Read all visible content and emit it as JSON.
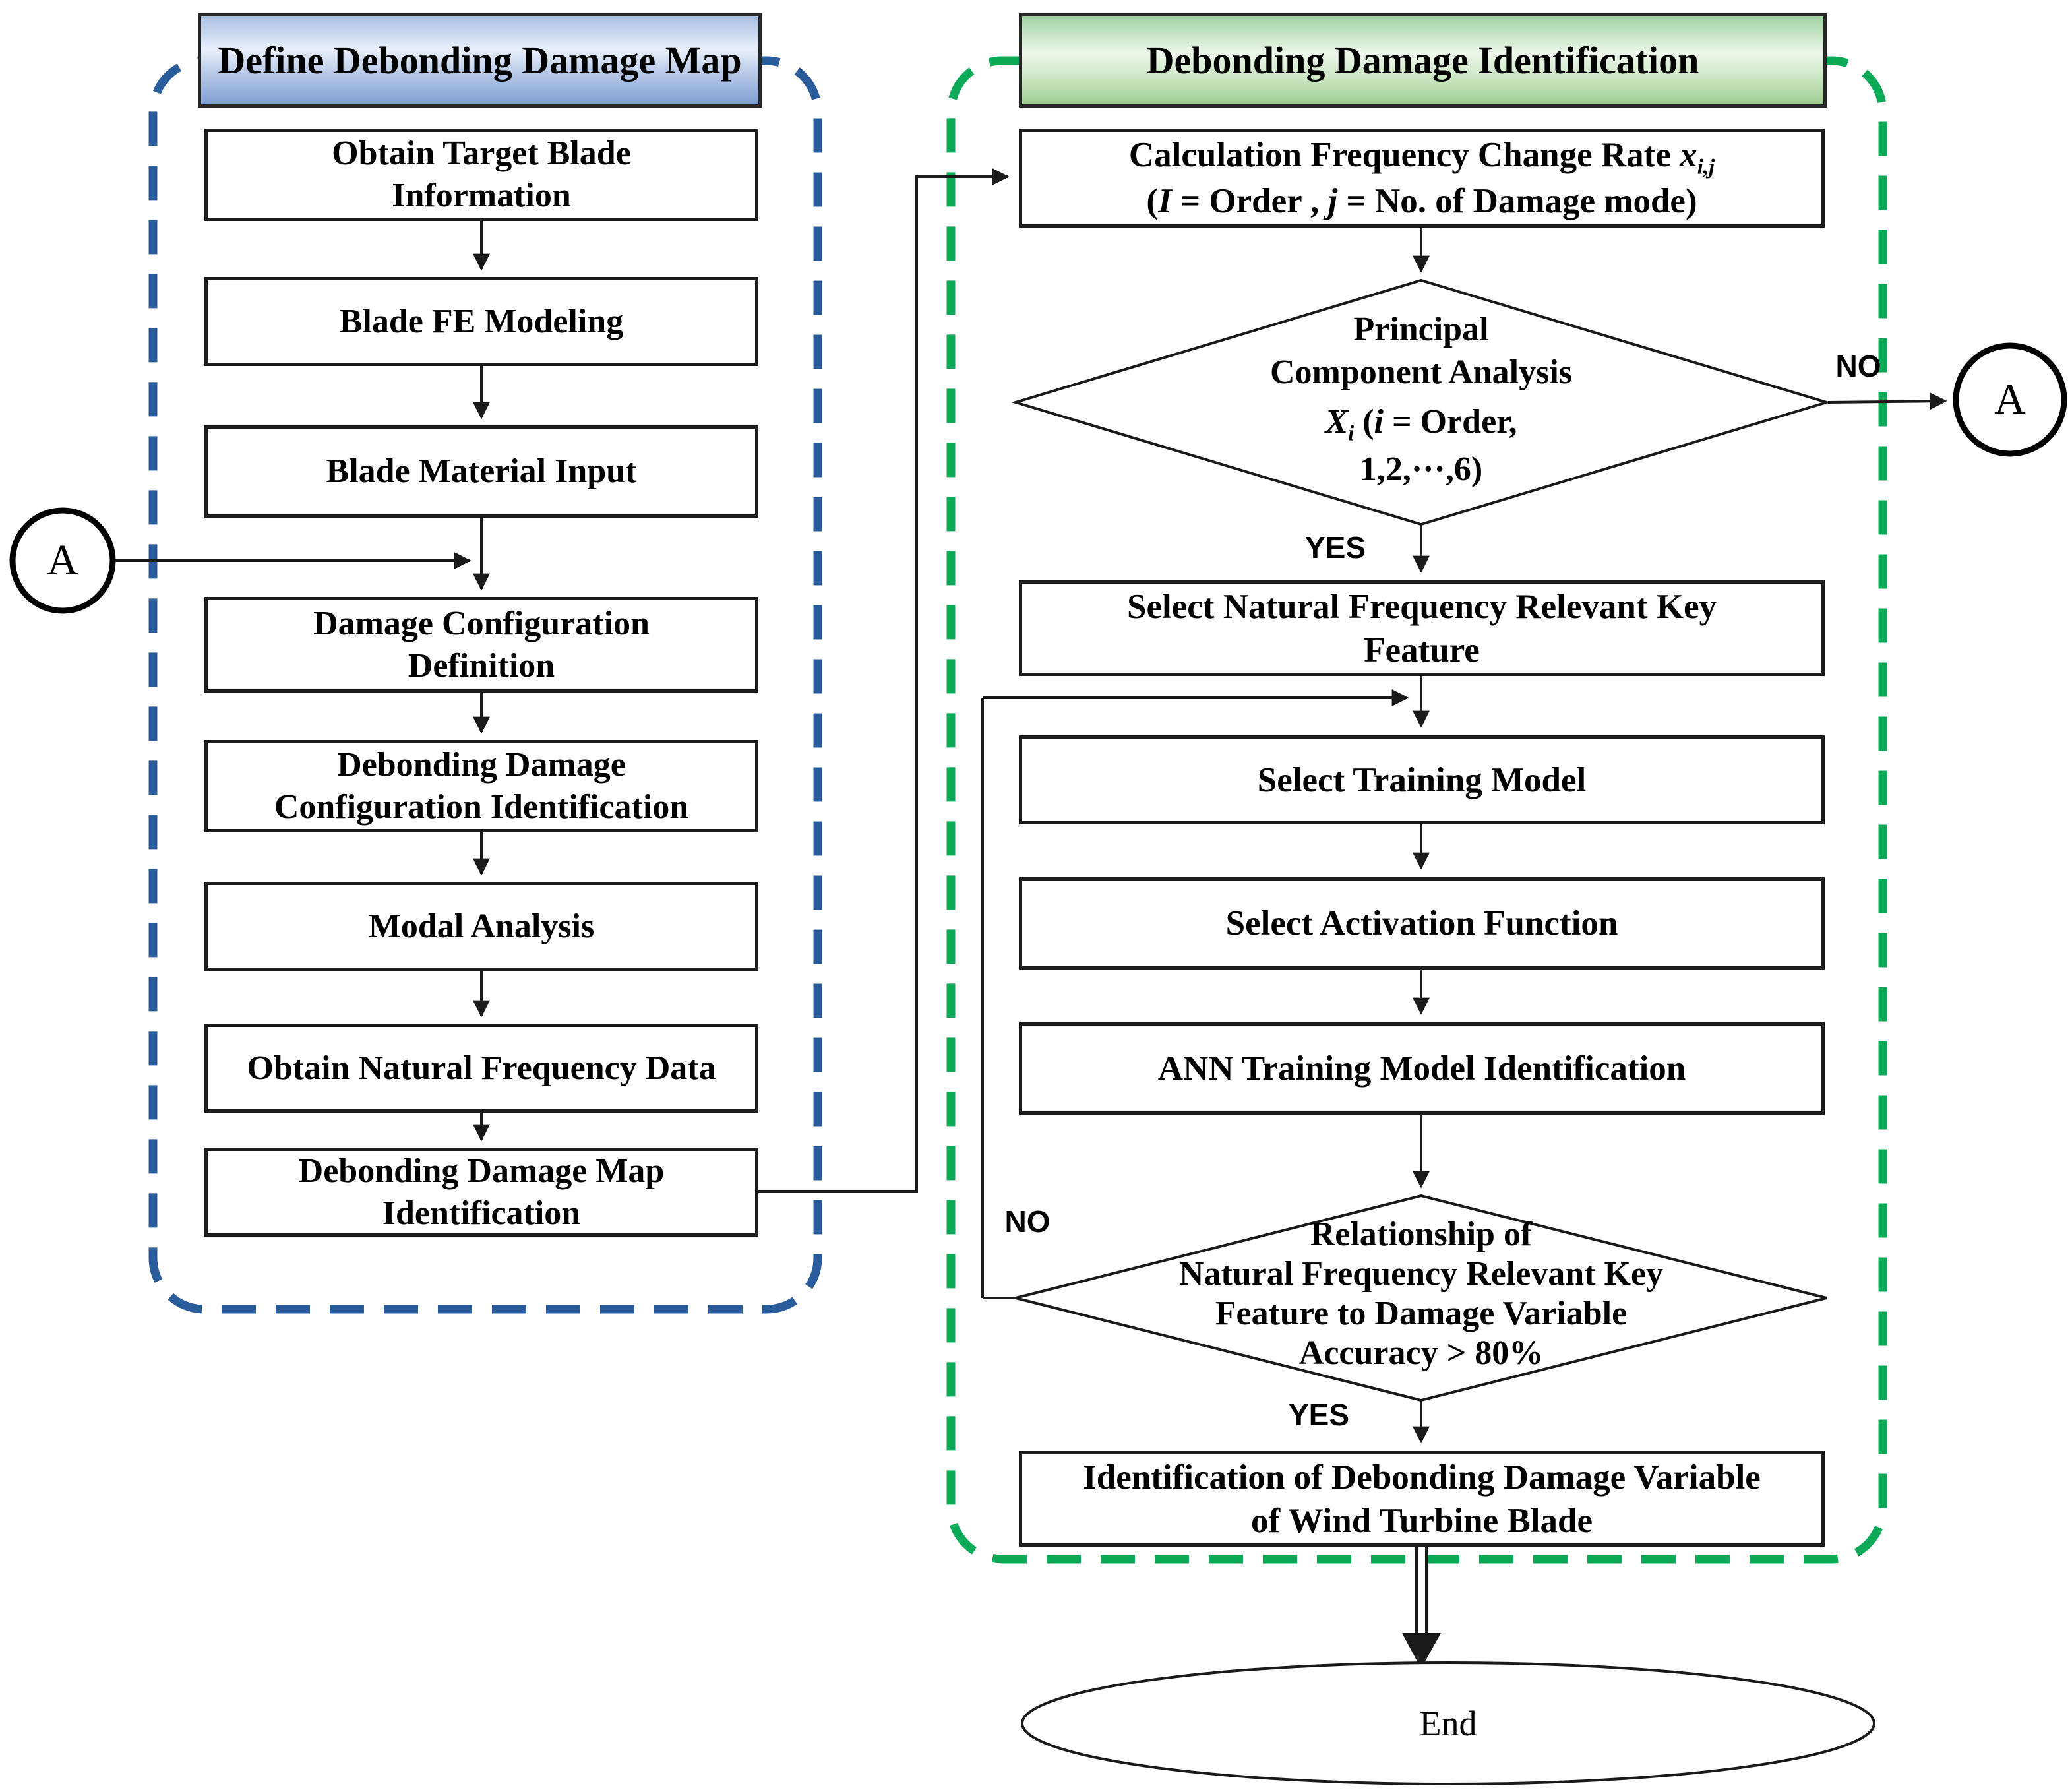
{
  "colors": {
    "blue_dash": "#2a5c9c",
    "green_dash": "#0caa57",
    "blue_header_top": "#a9c0e4",
    "blue_header_mid": "#e9effa",
    "blue_header_low": "#b7c9e8",
    "blue_header_bot": "#7f9fd2",
    "green_header_top": "#9fd3a0",
    "green_header_mid": "#eef7ec",
    "green_header_low": "#cbe6c2",
    "green_header_bot": "#9fce92",
    "line": "#1a1a1a"
  },
  "left_section": {
    "header": "Define Debonding Damage Map",
    "boxes": [
      {
        "line1": "Obtain Target Blade",
        "line2": "Information"
      },
      {
        "line1": "Blade FE Modeling",
        "line2": ""
      },
      {
        "line1": "Blade Material Input",
        "line2": ""
      },
      {
        "line1": "Damage Configuration",
        "line2": "Definition"
      },
      {
        "line1": "Debonding Damage",
        "line2": "Configuration Identification"
      },
      {
        "line1": "Modal Analysis",
        "line2": ""
      },
      {
        "line1": "Obtain Natural Frequency Data",
        "line2": ""
      },
      {
        "line1": "Debonding Damage Map",
        "line2": "Identification"
      }
    ],
    "connector_circle": "A"
  },
  "right_section": {
    "header": "Debonding Damage Identification",
    "calc_box": {
      "l1_text": "Calculation Frequency Change Rate ",
      "l1_var": "x",
      "l1_sub": "i,j",
      "l2_open": "(",
      "l2_i": "I",
      "l2_mid": " = Order , ",
      "l2_j": "j",
      "l2_end": " = No. of Damage mode)"
    },
    "diamond1": {
      "line1": "Principal",
      "line2": "Component Analysis",
      "l3_var": "X",
      "l3_sub": "i",
      "l3_mid": " (",
      "l3_i": "i",
      "l3_end": " = Order,",
      "line4": "1,2,···,6)"
    },
    "boxes": {
      "select_feature": {
        "line1": "Select Natural Frequency Relevant Key",
        "line2": "Feature"
      },
      "training": "Select Training Model",
      "activation": "Select Activation Function",
      "ann": "ANN Training Model Identification",
      "identification": {
        "line1": "Identification of Debonding Damage Variable",
        "line2": "of Wind Turbine Blade"
      }
    },
    "diamond2": {
      "line1": "Relationship of",
      "line2": "Natural Frequency Relevant Key",
      "line3": "Feature to Damage Variable",
      "line4": "Accuracy > 80%"
    },
    "labels": {
      "yes1": "YES",
      "no1": "NO",
      "yes2": "YES",
      "no2": "NO",
      "connector_circle": "A"
    },
    "end_label": "End"
  }
}
